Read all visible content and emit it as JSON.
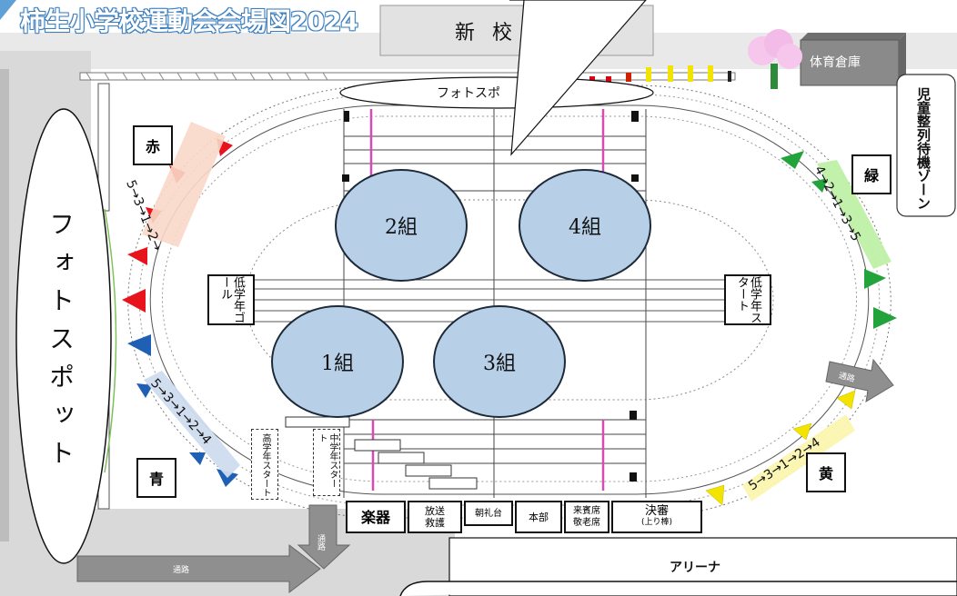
{
  "title": "柿生小学校運動会会場図2024",
  "buildings": {
    "new_school": "新 校",
    "storage": "体育倉庫",
    "arena": "アリーナ"
  },
  "photo_spots": {
    "left": "フォトスポット",
    "top": "フォトスポ"
  },
  "waiting_zone": "児童整列待機ゾーン",
  "track_labels": {
    "low_goal": "低学年ゴール",
    "low_start": "低学年スタート",
    "high_start": "高学年スタート",
    "mid_start": "中学年スタート"
  },
  "groups": [
    "1組",
    "2組",
    "3組",
    "4組"
  ],
  "teams": {
    "red": {
      "label": "赤",
      "order": "5→3→1→2→",
      "color": "#e8141c"
    },
    "blue": {
      "label": "青",
      "order": "5→3→1→2→4",
      "color": "#1f5fb4"
    },
    "green": {
      "label": "緑",
      "order": "4→2→1→3→5",
      "color": "#22a33c"
    },
    "yellow": {
      "label": "黄",
      "order": "5→3→1→2→4",
      "color": "#f3e400"
    }
  },
  "tents": [
    {
      "label": "楽器",
      "sub": ""
    },
    {
      "label": "放送",
      "sub": "救護"
    },
    {
      "label": "朝礼台",
      "sub": ""
    },
    {
      "label": "本部",
      "sub": ""
    },
    {
      "label": "来賓席",
      "sub": "敬老席"
    },
    {
      "label": "決審",
      "sub": "(上り棒)"
    }
  ],
  "passages": {
    "bottom_left": "通路",
    "bottom_down": "通路",
    "right": "通路"
  }
}
